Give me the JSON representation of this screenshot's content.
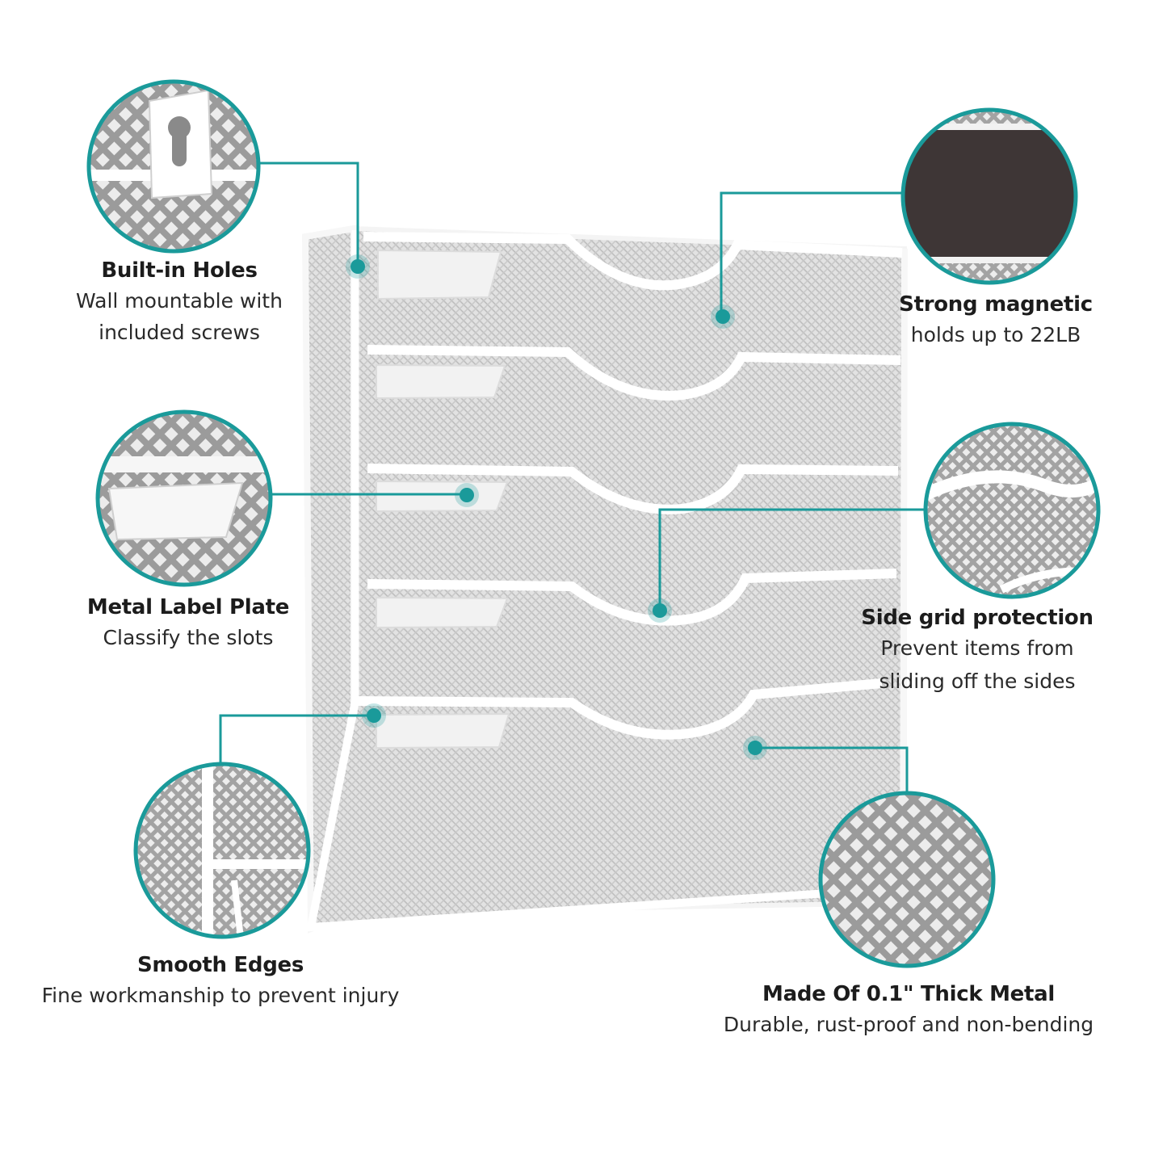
{
  "colors": {
    "accent": "#1a9a9a",
    "mesh": "#d4d4d4",
    "frame": "#ffffff",
    "magnet": "#3e3636",
    "text": "#1c1c1c"
  },
  "features": [
    {
      "id": "built-in-holes",
      "title": "Built-in Holes",
      "lines": [
        "Wall mountable with",
        "included screws"
      ],
      "icon": "keyhole-mount-icon"
    },
    {
      "id": "strong-magnetic",
      "title": "Strong magnetic",
      "lines": [
        "holds up to 22LB"
      ],
      "icon": "magnet-strip-icon"
    },
    {
      "id": "metal-label-plate",
      "title": "Metal Label Plate",
      "lines": [
        "Classify the slots"
      ],
      "icon": "label-plate-icon"
    },
    {
      "id": "side-grid-protection",
      "title": "Side grid protection",
      "lines": [
        "Prevent items from",
        "sliding off the sides"
      ],
      "icon": "side-grid-icon"
    },
    {
      "id": "smooth-edges",
      "title": "Smooth Edges",
      "lines": [
        "Fine workmanship to prevent injury"
      ],
      "icon": "smooth-edge-icon"
    },
    {
      "id": "thick-metal",
      "title": "Made Of 0.1\" Thick Metal",
      "lines": [
        "Durable, rust-proof and non-bending"
      ],
      "icon": "metal-mesh-icon"
    }
  ]
}
